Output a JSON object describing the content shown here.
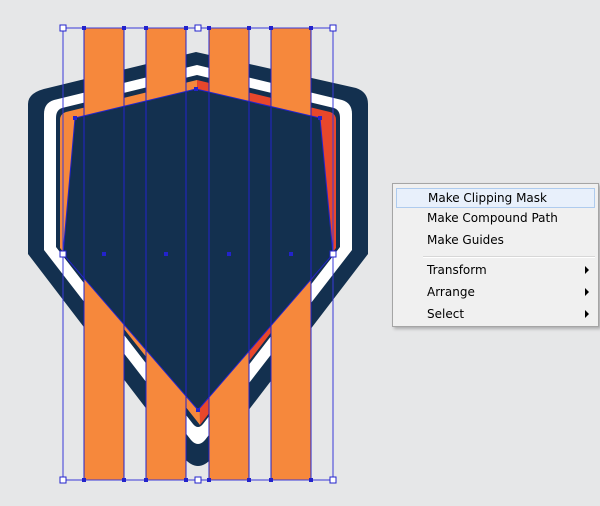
{
  "artwork": {
    "colors": {
      "background": "#e6e7e8",
      "navy": "#13304f",
      "white": "#ffffff",
      "orange": "#f6883c",
      "red_orange": "#e8472b",
      "selection_blue": "#2323cc"
    },
    "stripe_count": 4
  },
  "context_menu": {
    "items": [
      {
        "label": "Make Clipping Mask",
        "highlighted": true,
        "submenu": false
      },
      {
        "label": "Make Compound Path",
        "highlighted": false,
        "submenu": false
      },
      {
        "label": "Make Guides",
        "highlighted": false,
        "submenu": false
      },
      {
        "label": "Transform",
        "highlighted": false,
        "submenu": true
      },
      {
        "label": "Arrange",
        "highlighted": false,
        "submenu": true
      },
      {
        "label": "Select",
        "highlighted": false,
        "submenu": true
      }
    ]
  }
}
